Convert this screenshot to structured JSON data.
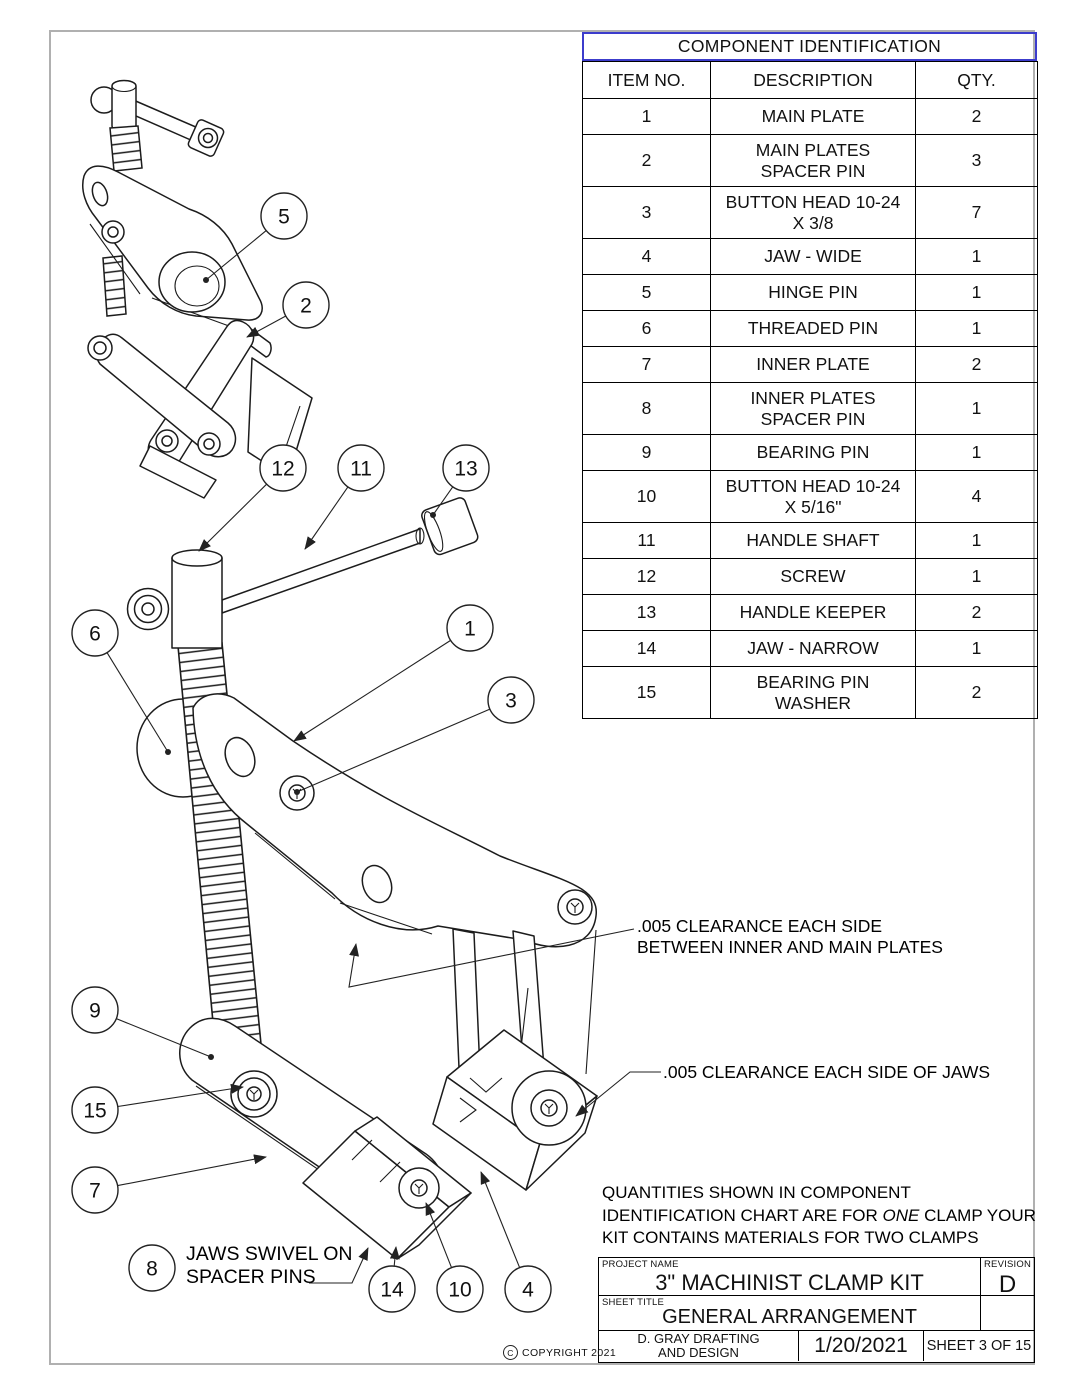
{
  "component_table": {
    "title": "COMPONENT IDENTIFICATION",
    "columns": [
      "ITEM NO.",
      "DESCRIPTION",
      "QTY."
    ],
    "rows": [
      {
        "item": "1",
        "description": "MAIN PLATE",
        "qty": "2"
      },
      {
        "item": "2",
        "description": [
          "MAIN PLATES",
          "SPACER PIN"
        ],
        "qty": "3"
      },
      {
        "item": "3",
        "description": [
          "BUTTON HEAD 10-24",
          "X 3/8"
        ],
        "qty": "7"
      },
      {
        "item": "4",
        "description": "JAW - WIDE",
        "qty": "1"
      },
      {
        "item": "5",
        "description": "HINGE PIN",
        "qty": "1"
      },
      {
        "item": "6",
        "description": "THREADED PIN",
        "qty": "1"
      },
      {
        "item": "7",
        "description": "INNER PLATE",
        "qty": "2"
      },
      {
        "item": "8",
        "description": [
          "INNER PLATES",
          "SPACER PIN"
        ],
        "qty": "1"
      },
      {
        "item": "9",
        "description": "BEARING PIN",
        "qty": "1"
      },
      {
        "item": "10",
        "description": [
          "BUTTON HEAD 10-24",
          "X 5/16\""
        ],
        "qty": "4"
      },
      {
        "item": "11",
        "description": "HANDLE SHAFT",
        "qty": "1"
      },
      {
        "item": "12",
        "description": "SCREW",
        "qty": "1"
      },
      {
        "item": "13",
        "description": "HANDLE KEEPER",
        "qty": "2"
      },
      {
        "item": "14",
        "description": "JAW - NARROW",
        "qty": "1"
      },
      {
        "item": "15",
        "description": [
          "BEARING PIN",
          "WASHER"
        ],
        "qty": "2"
      }
    ]
  },
  "balloons": [
    "1",
    "2",
    "3",
    "4",
    "5",
    "6",
    "7",
    "8",
    "9",
    "10",
    "11",
    "12",
    "13",
    "14",
    "15"
  ],
  "annotations": {
    "clearance_plates": [
      ".005 CLEARANCE EACH SIDE",
      "BETWEEN INNER AND MAIN PLATES"
    ],
    "clearance_jaws": ".005 CLEARANCE EACH SIDE OF JAWS",
    "jaws_swivel": [
      "JAWS SWIVEL ON",
      "SPACER PINS"
    ],
    "quantities_note": {
      "line1": "QUANTITIES SHOWN IN COMPONENT",
      "line2_pre": "IDENTIFICATION CHART ARE FOR ",
      "line2_em": "ONE",
      "line2_post": " CLAMP YOUR",
      "line3": "KIT CONTAINS MATERIALS FOR TWO CLAMPS"
    }
  },
  "title_block": {
    "project_name_label": "PROJECT NAME",
    "project_name": "3\" MACHINIST CLAMP KIT",
    "revision_label": "REVISION",
    "revision": "D",
    "sheet_title_label": "SHEET TITLE",
    "sheet_title": "GENERAL ARRANGEMENT",
    "company": [
      "D. GRAY DRAFTING",
      "AND DESIGN"
    ],
    "date": "1/20/2021",
    "sheet_number": "SHEET 3 OF 15"
  },
  "footer": {
    "copyright_mark": "C",
    "copyright_text": "COPYRIGHT 2021"
  },
  "colors": {
    "table_title_border": "#3c3ccc",
    "line_color": "#1c1c1c",
    "frame_color": "#b0b0b0"
  }
}
